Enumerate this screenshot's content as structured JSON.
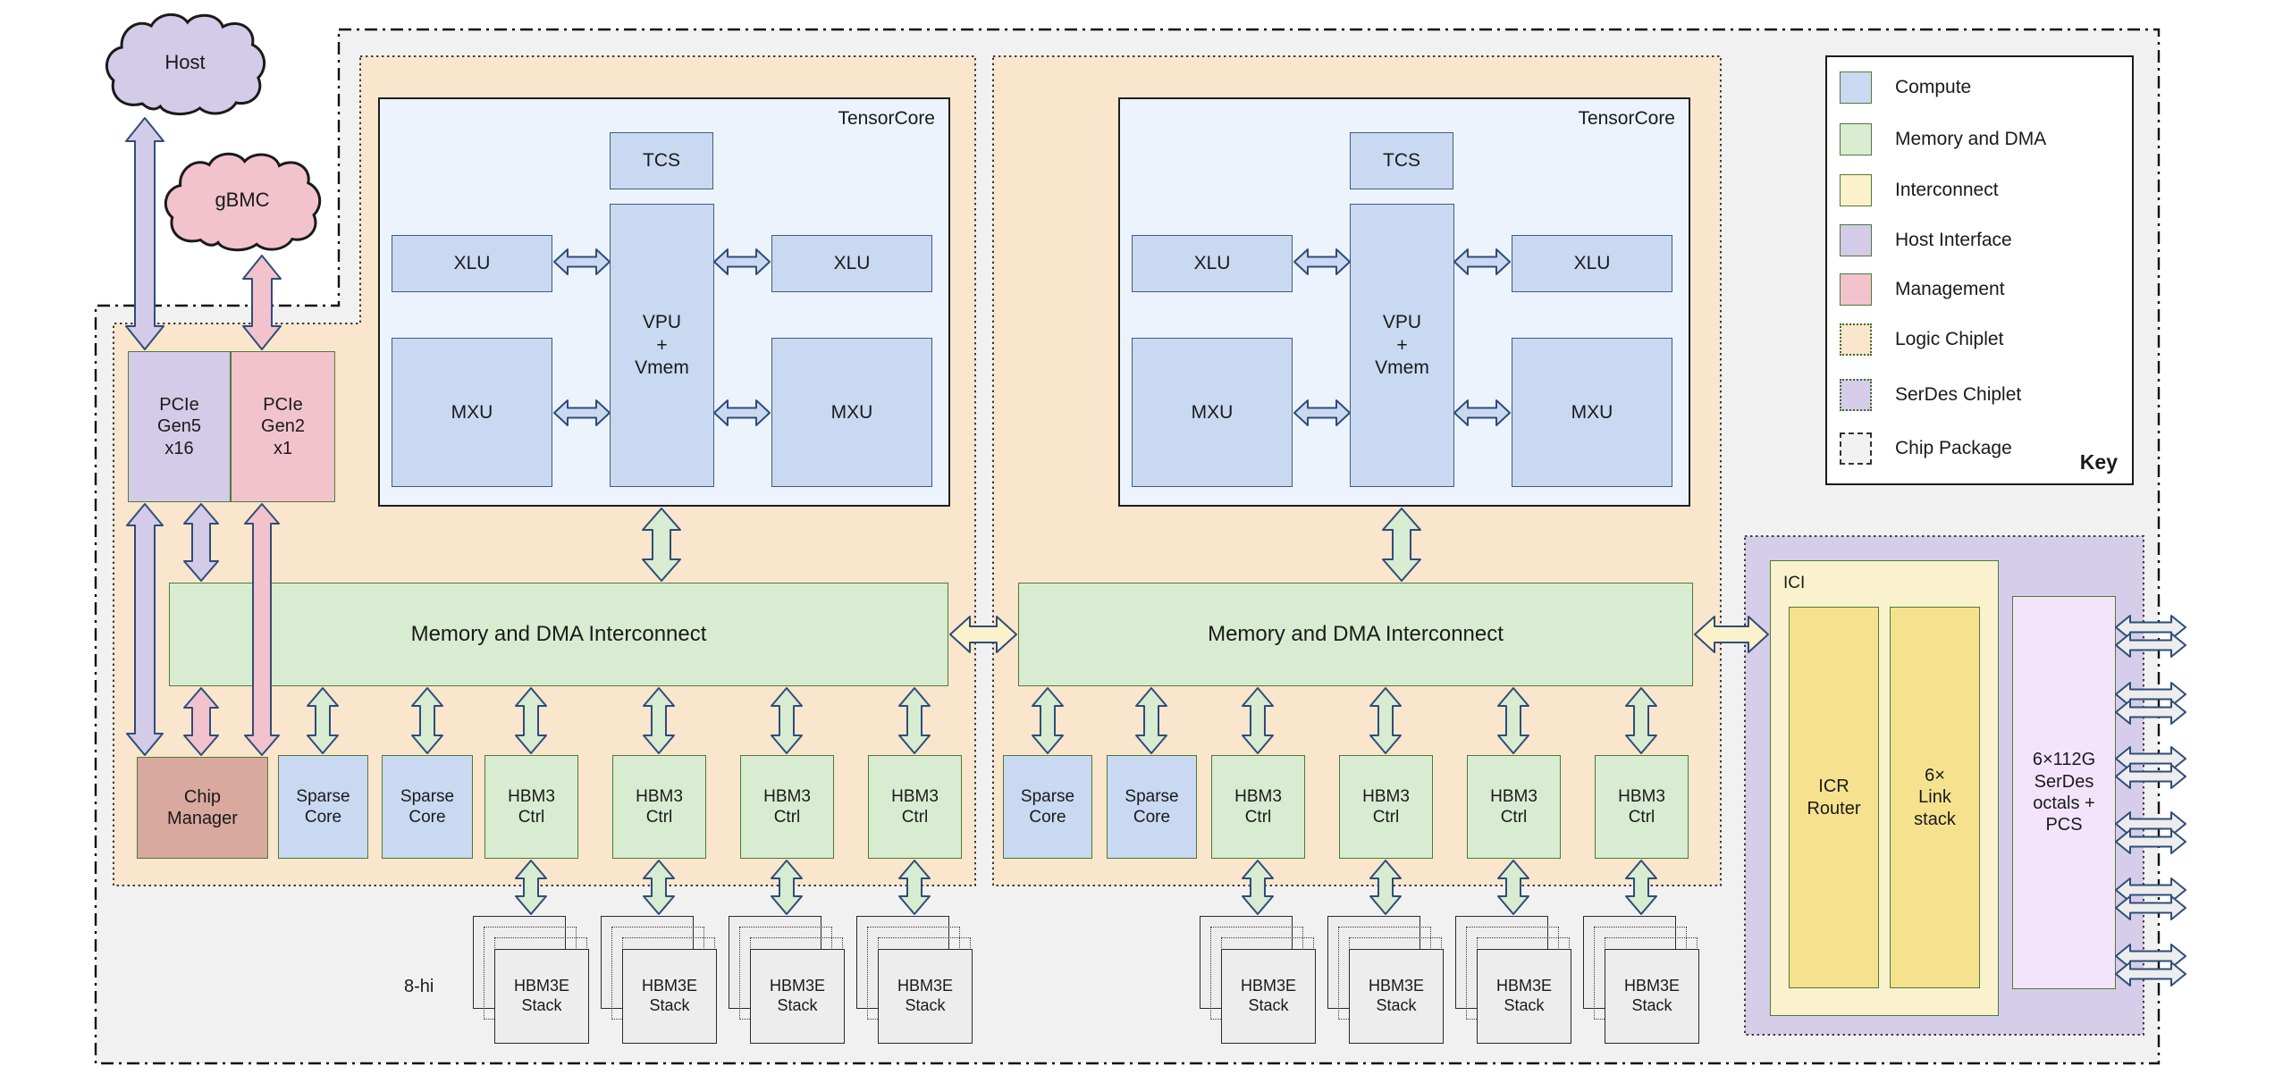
{
  "colors": {
    "compute": "#c9d9f1",
    "memory": "#d8ecd2",
    "interconnect_fill": "#fbf2cb",
    "host_interface": "#d3cbe7",
    "management": "#f2c3cd",
    "logic_chiplet": "#fae5cd",
    "serdes_chiplet": "#d5cde9",
    "chip_package": "#f1f1f1",
    "chip_manager": "#d9a89f",
    "ici_outer": "#faf2cf",
    "ici_inner": "#f6e28e",
    "serdes_block": "#f3e4fb",
    "arrow_outline": "#2e4d79",
    "arrow_gray": "#ededed"
  },
  "clouds": {
    "host": "Host",
    "gbmc": "gBMC"
  },
  "labels": {
    "pcie_gen5": "PCIe\nGen5\nx16",
    "pcie_gen2": "PCIe\nGen2\nx1",
    "tensorcore": "TensorCore",
    "tcs": "TCS",
    "xlu": "XLU",
    "mxu": "MXU",
    "vpu": "VPU\n+\nVmem",
    "interconnect": "Memory and DMA Interconnect",
    "chip_manager": "Chip\nManager",
    "sparse_core": "Sparse\nCore",
    "hbm_ctrl": "HBM3\nCtrl",
    "hbm_stack": "HBM3E\nStack",
    "stack_height": "8-hi",
    "ici": "ICI",
    "icr_router": "ICR\nRouter",
    "link_stack": "6×\nLink\nstack",
    "serdes": "6×112G\nSerDes\noctals +\nPCS"
  },
  "legend": {
    "title": "Key",
    "items": [
      {
        "label": "Compute",
        "fill": "#c9d9f1",
        "border": "solid"
      },
      {
        "label": "Memory and DMA",
        "fill": "#d8ecd2",
        "border": "solid"
      },
      {
        "label": "Interconnect",
        "fill": "#fbf2cb",
        "border": "solid"
      },
      {
        "label": "Host Interface",
        "fill": "#d3cbe7",
        "border": "solid"
      },
      {
        "label": "Management",
        "fill": "#f2c3cd",
        "border": "solid"
      },
      {
        "label": "Logic Chiplet",
        "fill": "#fae5cd",
        "border": "dotted"
      },
      {
        "label": "SerDes Chiplet",
        "fill": "#d5cde9",
        "border": "dotted"
      },
      {
        "label": "Chip Package",
        "fill": "#f1f1f1",
        "border": "dashdot"
      }
    ]
  }
}
